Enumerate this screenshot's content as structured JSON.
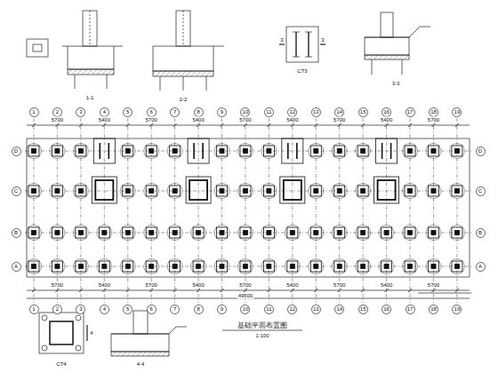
{
  "diagram": {
    "nodes": [
      {
        "text": [
          "1"
        ]
      },
      {
        "text": [
          "2"
        ]
      },
      {
        "text": [
          "3"
        ]
      },
      {
        "text": [
          "4"
        ]
      },
      {
        "text": [
          "5"
        ]
      },
      {
        "text": [
          "6"
        ]
      },
      {
        "text": [
          "7"
        ]
      },
      {
        "text": [
          "8"
        ]
      },
      {
        "text": [
          "9"
        ]
      },
      {
        "text": [
          "10"
        ]
      },
      {
        "text": [
          "11"
        ]
      },
      {
        "text": [
          "12"
        ]
      },
      {
        "text": [
          "13"
        ]
      },
      {
        "text": [
          "14"
        ]
      },
      {
        "text": [
          "15"
        ]
      },
      {
        "text": [
          "16"
        ]
      },
      {
        "text": [
          "17"
        ]
      },
      {
        "text": [
          "18"
        ]
      },
      {
        "text": [
          "19"
        ]
      },
      {
        "text": [
          "D"
        ]
      },
      {
        "text": [
          "C"
        ]
      },
      {
        "text": [
          "B"
        ]
      },
      {
        "text": [
          "A"
        ]
      },
      {
        "text": [
          "D"
        ]
      },
      {
        "text": [
          "C"
        ]
      },
      {
        "text": [
          "B"
        ]
      },
      {
        "text": [
          "A"
        ]
      },
      {
        "text": [
          "1"
        ]
      },
      {
        "text": [
          "2"
        ]
      },
      {
        "text": [
          "3"
        ]
      },
      {
        "text": [
          "4"
        ]
      },
      {
        "text": [
          "5"
        ]
      },
      {
        "text": [
          "6"
        ]
      },
      {
        "text": [
          "7"
        ]
      },
      {
        "text": [
          "8"
        ]
      },
      {
        "text": [
          "9"
        ]
      },
      {
        "text": [
          "10"
        ]
      },
      {
        "text": [
          "11"
        ]
      },
      {
        "text": [
          "12"
        ]
      },
      {
        "text": [
          "13"
        ]
      },
      {
        "text": [
          "14"
        ]
      },
      {
        "text": [
          "15"
        ]
      },
      {
        "text": [
          "16"
        ]
      },
      {
        "text": [
          "17"
        ]
      },
      {
        "text": [
          "18"
        ]
      },
      {
        "text": [
          "19"
        ]
      }
    ],
    "labels": [
      "1-1",
      "2-2",
      "3-3",
      "3",
      "3",
      "CT3",
      "CT4",
      "4-4",
      "4",
      "基础平面布置图",
      "1:100",
      "5700",
      "5400",
      "5700",
      "5400",
      "5700",
      "5400",
      "5700",
      "5400",
      "5700",
      "5700",
      "5400",
      "5700",
      "5400",
      "5700",
      "5400",
      "5700",
      "5400",
      "5700",
      "49500"
    ]
  }
}
